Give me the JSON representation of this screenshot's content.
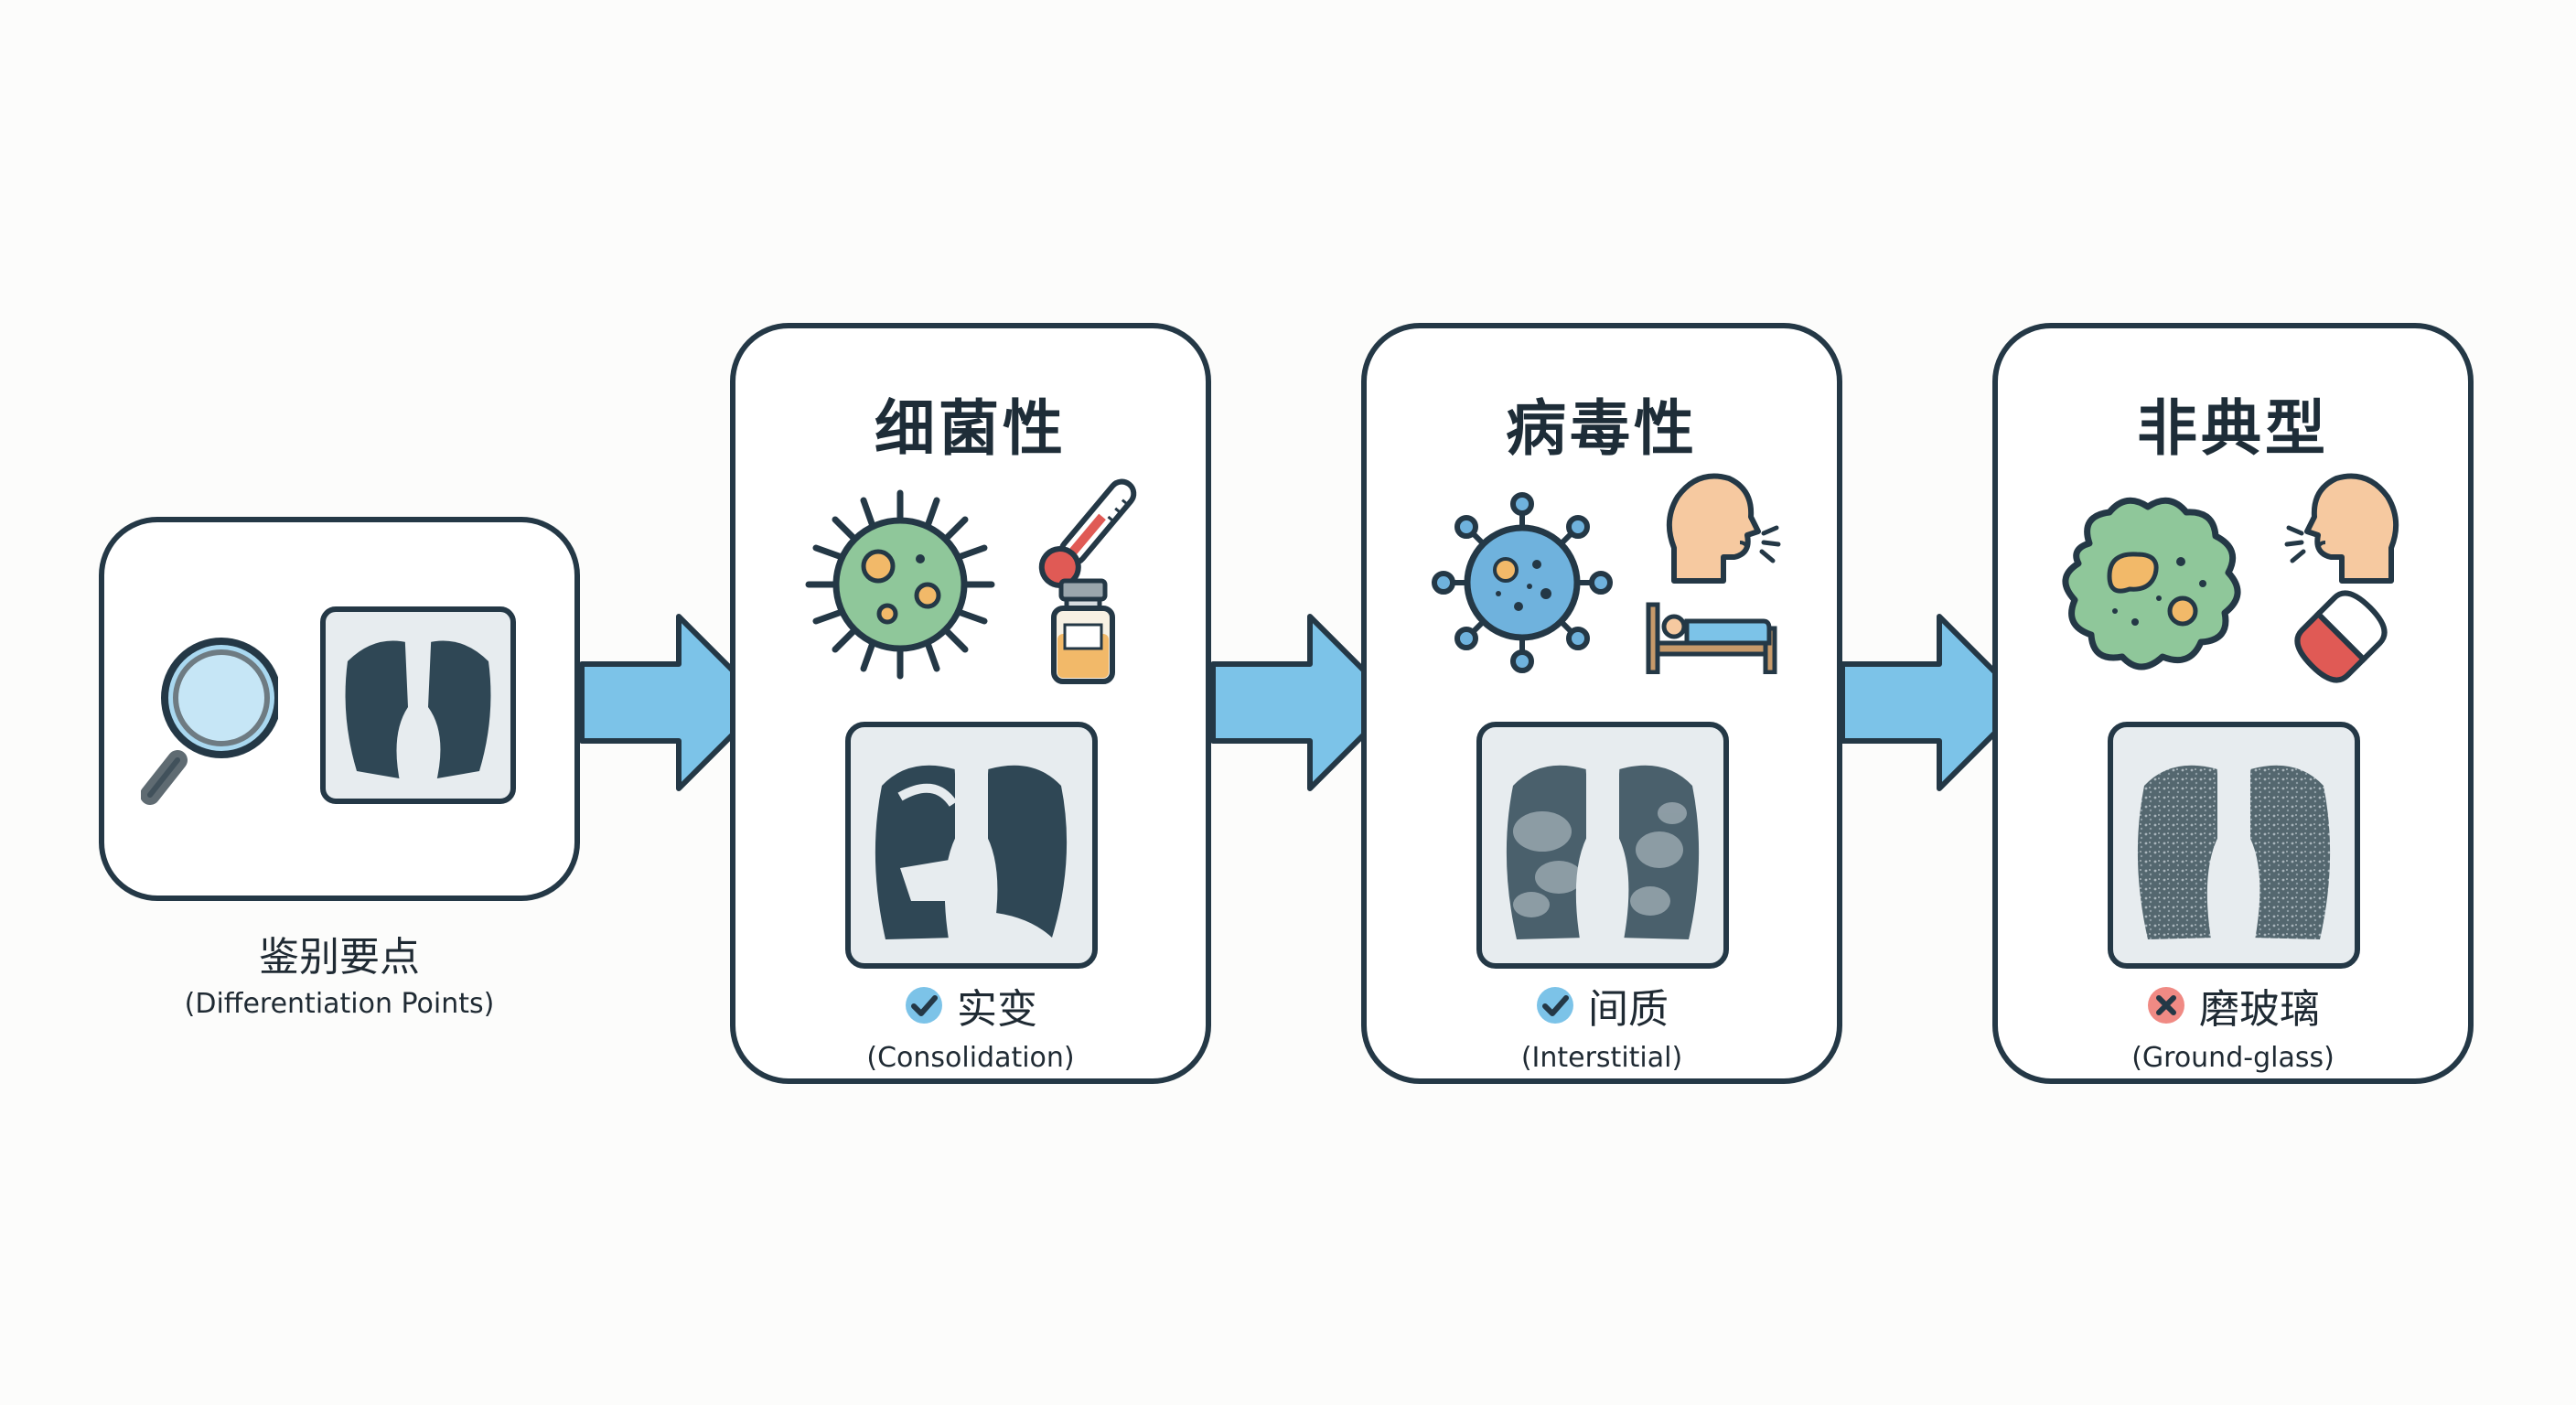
{
  "intro": {
    "title_zh": "鉴别要点",
    "title_en": "(Differentiation Points)",
    "icons": [
      "magnifier-icon",
      "chest-xray-icon"
    ]
  },
  "cards": [
    {
      "title": "细菌性",
      "icons": [
        "bacterium-icon",
        "thermometer-icon",
        "medicine-vial-icon"
      ],
      "finding_zh": "实变",
      "finding_en": "(Consolidation)",
      "status": "check",
      "status_icon": "check-circle-icon"
    },
    {
      "title": "病毒性",
      "icons": [
        "virus-icon",
        "coughing-person-icon",
        "bed-rest-icon"
      ],
      "finding_zh": "间质",
      "finding_en": "(Interstitial)",
      "status": "check",
      "status_icon": "check-circle-icon"
    },
    {
      "title": "非典型",
      "icons": [
        "mycoplasma-icon",
        "coughing-person-icon",
        "capsule-icon"
      ],
      "finding_zh": "磨玻璃",
      "finding_en": "(Ground-glass)",
      "status": "cross",
      "status_icon": "cross-circle-icon"
    }
  ],
  "colors": {
    "outline": "#243846",
    "arrow": "#7cc3e8",
    "check": "#4aa8d8",
    "cross": "#e05a55",
    "bacteria": "#8fc79a",
    "virus": "#6fb2dd",
    "skin": "#f6c9a0",
    "xray_bg": "#2f4755",
    "xray_light": "#e7ecef"
  }
}
